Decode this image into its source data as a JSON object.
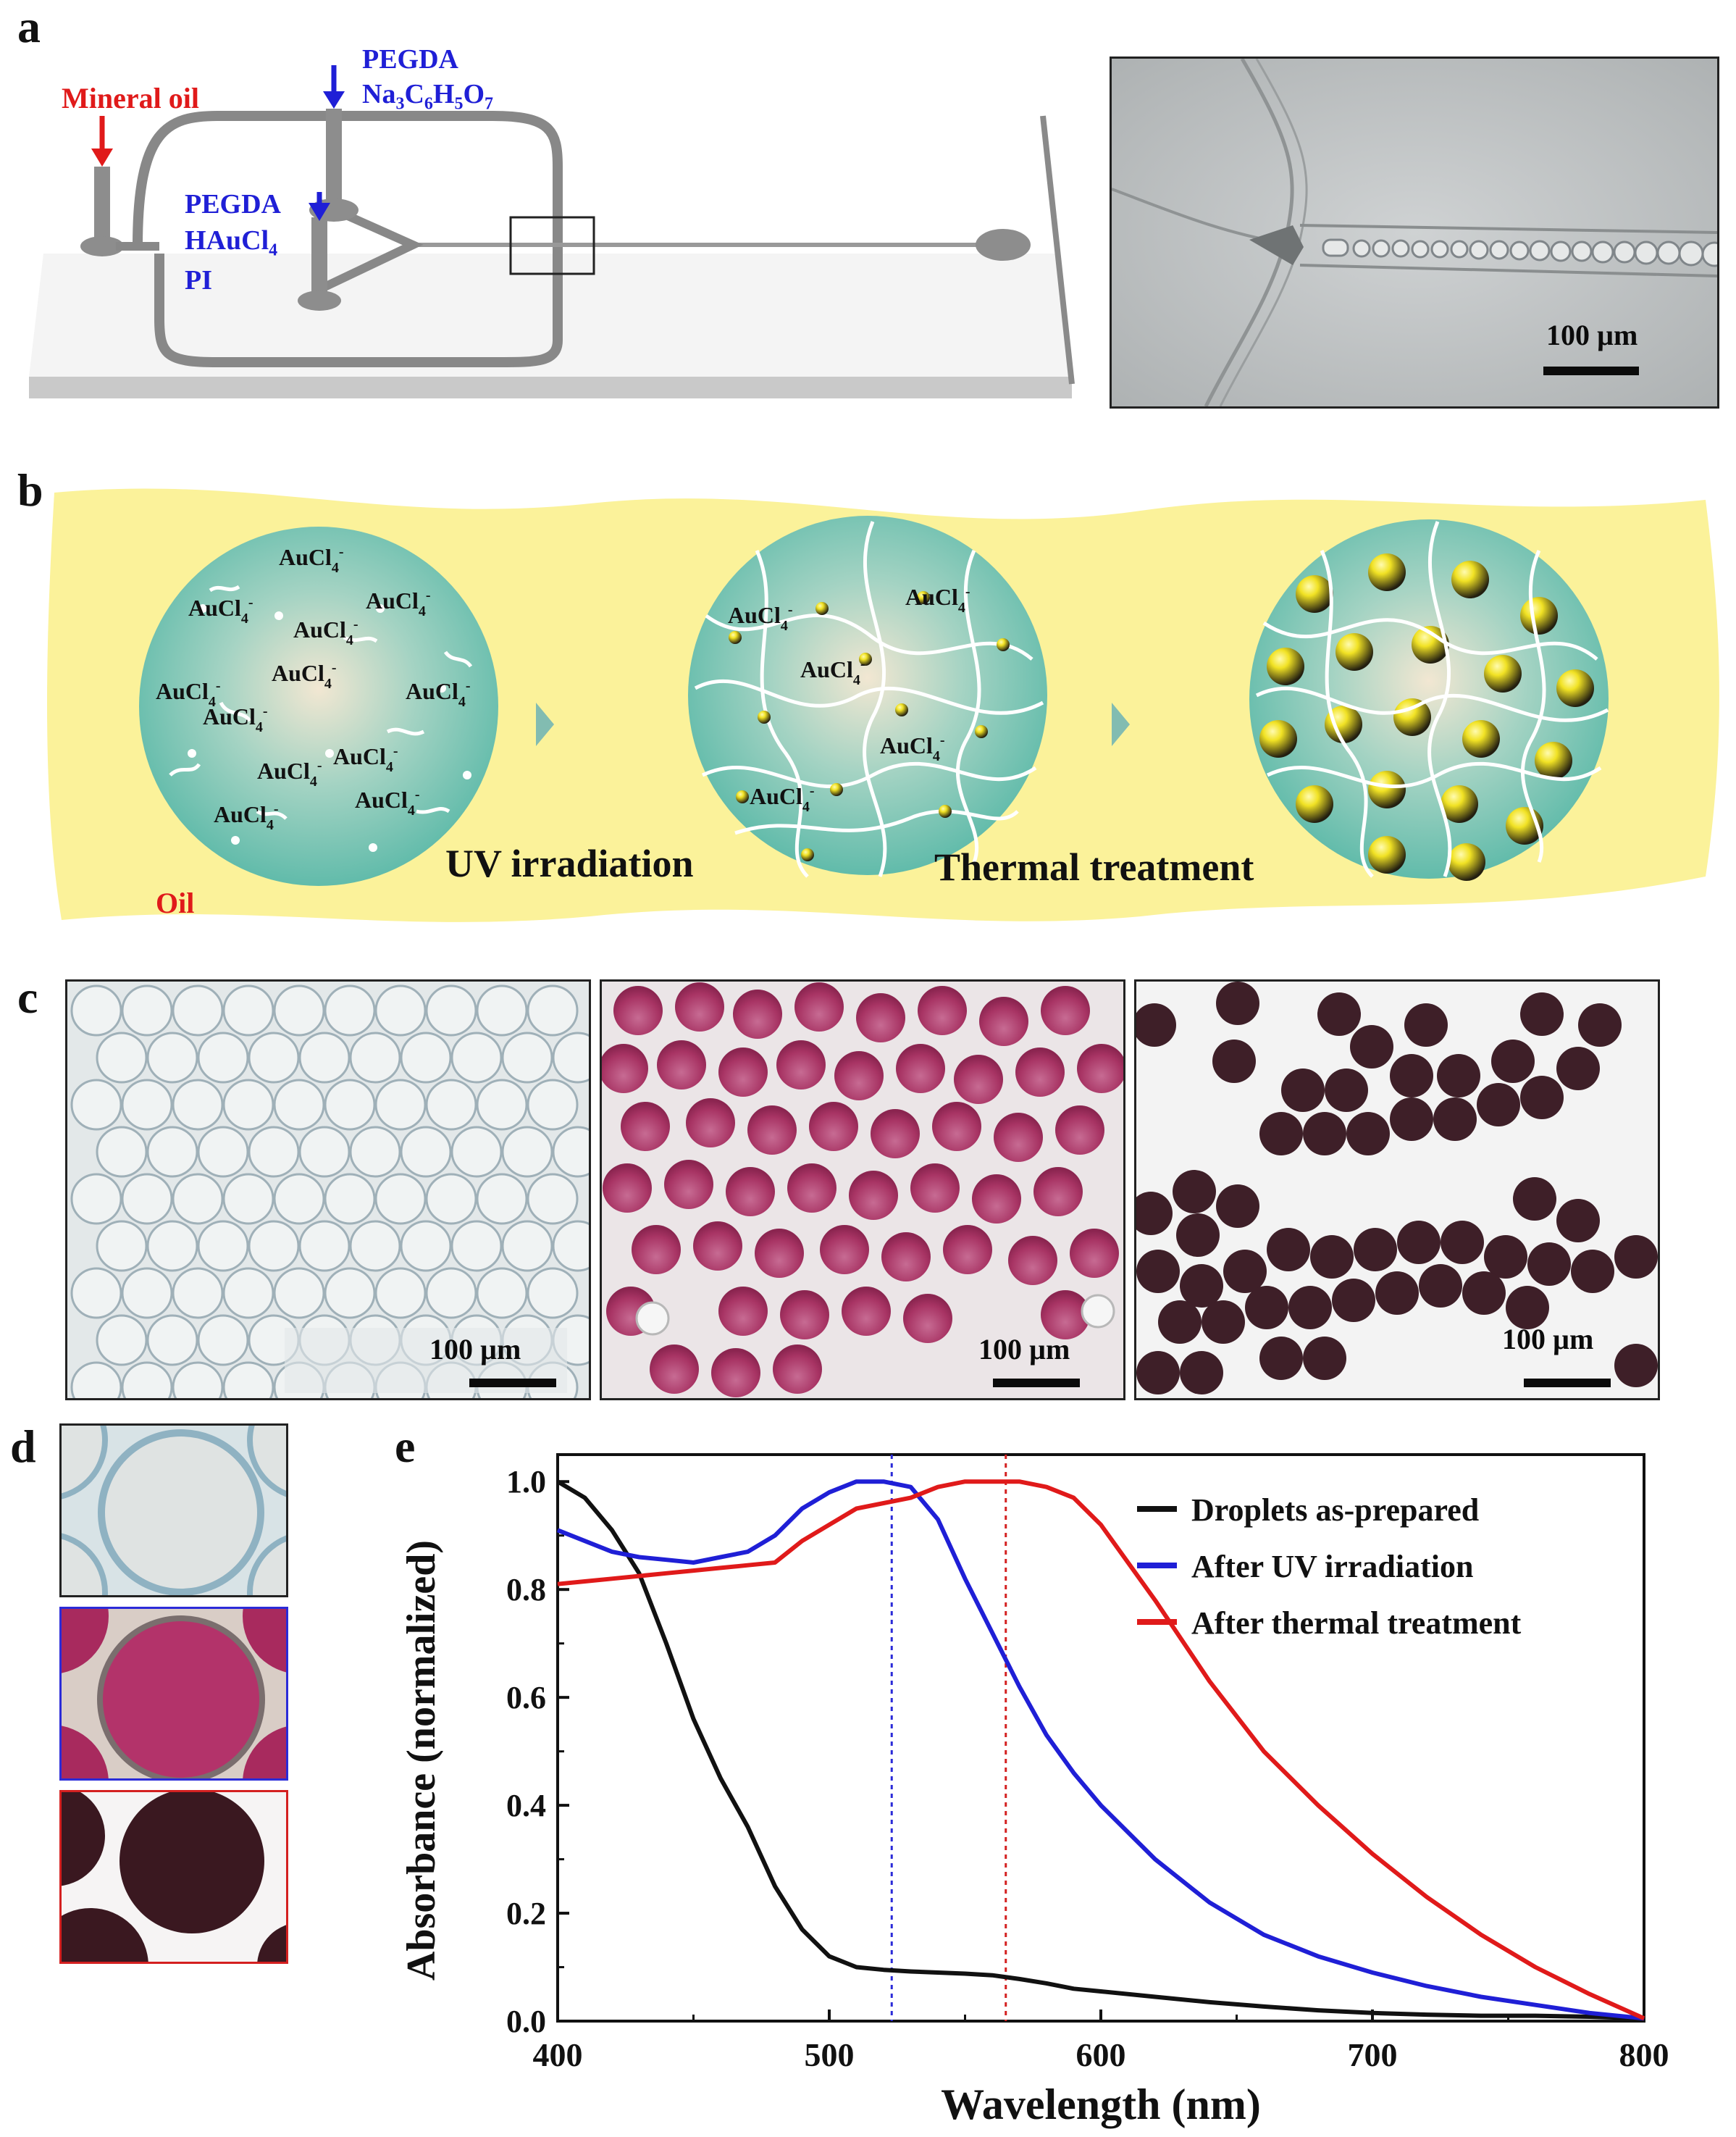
{
  "panels": {
    "a": "a",
    "b": "b",
    "c": "c",
    "d": "d",
    "e": "e"
  },
  "panel_a": {
    "mineral_oil": "Mineral oil",
    "inlet_top_line1": "PEGDA",
    "inlet_top_line2_base": "Na",
    "inlet_top_line2_full": "Na3C6H5O7",
    "inlet_mid_line1": "PEGDA",
    "inlet_mid_line2": "HAuCl4",
    "inlet_mid_line3": "PI",
    "scale_bar": "100 µm",
    "colors": {
      "oil": "#e01a1a",
      "reagent": "#1f1fd6",
      "chip": "#7a7a7a"
    }
  },
  "panel_b": {
    "ion_label": "AuCl4-",
    "oil": "Oil",
    "step1": "UV irradiation",
    "step2": "Thermal treatment",
    "colors": {
      "background": "#fbf29a",
      "droplet": "#6fc8b8",
      "gold": "#f3e21a"
    }
  },
  "panel_c": {
    "scale_bar_1": "100 µm",
    "scale_bar_2": "100 µm",
    "scale_bar_3": "100 µm",
    "colors": {
      "as_prepared": "#dfe6e8",
      "uv": "#b03a6c",
      "thermal": "#3e1f28"
    }
  },
  "panel_d": {
    "colors": {
      "frame1": "#222222",
      "frame2": "#2b2bd8",
      "frame3": "#d42020"
    }
  },
  "chart_data": {
    "type": "line",
    "xlabel": "Wavelength (nm)",
    "ylabel": "Absorbance (normalized)",
    "xlim": [
      400,
      800
    ],
    "ylim": [
      0,
      1.05
    ],
    "xticks": [
      400,
      500,
      600,
      700,
      800
    ],
    "yticks": [
      0.0,
      0.2,
      0.4,
      0.6,
      0.8,
      1.0
    ],
    "xtick_labels": [
      "400",
      "500",
      "600",
      "700",
      "800"
    ],
    "ytick_labels": [
      "0.0",
      "0.2",
      "0.4",
      "0.6",
      "0.8",
      "1.0"
    ],
    "grid": false,
    "legend_position": "top-right",
    "vlines": [
      {
        "x": 523,
        "color": "#2b2bd8"
      },
      {
        "x": 565,
        "color": "#d42020"
      }
    ],
    "series": [
      {
        "name": "Droplets as-prepared",
        "color": "#111111",
        "x": [
          400,
          410,
          420,
          430,
          440,
          450,
          460,
          470,
          480,
          490,
          500,
          510,
          520,
          530,
          540,
          550,
          560,
          570,
          580,
          590,
          600,
          620,
          640,
          660,
          680,
          700,
          720,
          740,
          760,
          780,
          800
        ],
        "y": [
          1.0,
          0.97,
          0.91,
          0.83,
          0.7,
          0.56,
          0.45,
          0.36,
          0.25,
          0.17,
          0.12,
          0.1,
          0.095,
          0.092,
          0.09,
          0.088,
          0.085,
          0.078,
          0.07,
          0.06,
          0.055,
          0.045,
          0.035,
          0.027,
          0.02,
          0.015,
          0.012,
          0.01,
          0.01,
          0.008,
          0.005
        ]
      },
      {
        "name": "After UV irradiation",
        "color": "#1f1fd6",
        "x": [
          400,
          410,
          420,
          430,
          440,
          450,
          460,
          470,
          480,
          490,
          500,
          510,
          520,
          530,
          540,
          550,
          560,
          570,
          580,
          590,
          600,
          620,
          640,
          660,
          680,
          700,
          720,
          740,
          760,
          780,
          800
        ],
        "y": [
          0.91,
          0.89,
          0.87,
          0.86,
          0.855,
          0.85,
          0.86,
          0.87,
          0.9,
          0.95,
          0.98,
          1.0,
          1.0,
          0.99,
          0.93,
          0.82,
          0.72,
          0.62,
          0.53,
          0.46,
          0.4,
          0.3,
          0.22,
          0.16,
          0.12,
          0.09,
          0.065,
          0.045,
          0.03,
          0.015,
          0.005
        ]
      },
      {
        "name": "After thermal treatment",
        "color": "#e01a1a",
        "x": [
          400,
          410,
          420,
          430,
          440,
          450,
          460,
          470,
          480,
          490,
          500,
          510,
          520,
          530,
          540,
          550,
          560,
          570,
          580,
          590,
          600,
          620,
          640,
          660,
          680,
          700,
          720,
          740,
          760,
          780,
          800
        ],
        "y": [
          0.81,
          0.815,
          0.82,
          0.825,
          0.83,
          0.835,
          0.84,
          0.845,
          0.85,
          0.89,
          0.92,
          0.95,
          0.96,
          0.97,
          0.99,
          1.0,
          1.0,
          1.0,
          0.99,
          0.97,
          0.92,
          0.78,
          0.63,
          0.5,
          0.4,
          0.31,
          0.23,
          0.16,
          0.1,
          0.05,
          0.005
        ]
      }
    ]
  }
}
